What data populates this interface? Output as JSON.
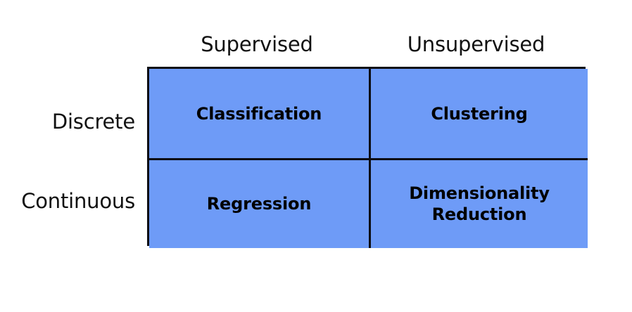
{
  "figure": {
    "background_color": "#ffffff",
    "cell_fill_color": "#6e9bf7",
    "border_color": "#0d0d14",
    "text_color": "#000000"
  },
  "columns": [
    {
      "label": "Supervised"
    },
    {
      "label": "Unsupervised"
    }
  ],
  "rows": [
    {
      "label": "Discrete"
    },
    {
      "label": "Continuous"
    }
  ],
  "cells": {
    "r0c0": "Classification",
    "r0c1": "Clustering",
    "r1c0": "Regression",
    "r1c1": "Dimensionality\nReduction"
  }
}
